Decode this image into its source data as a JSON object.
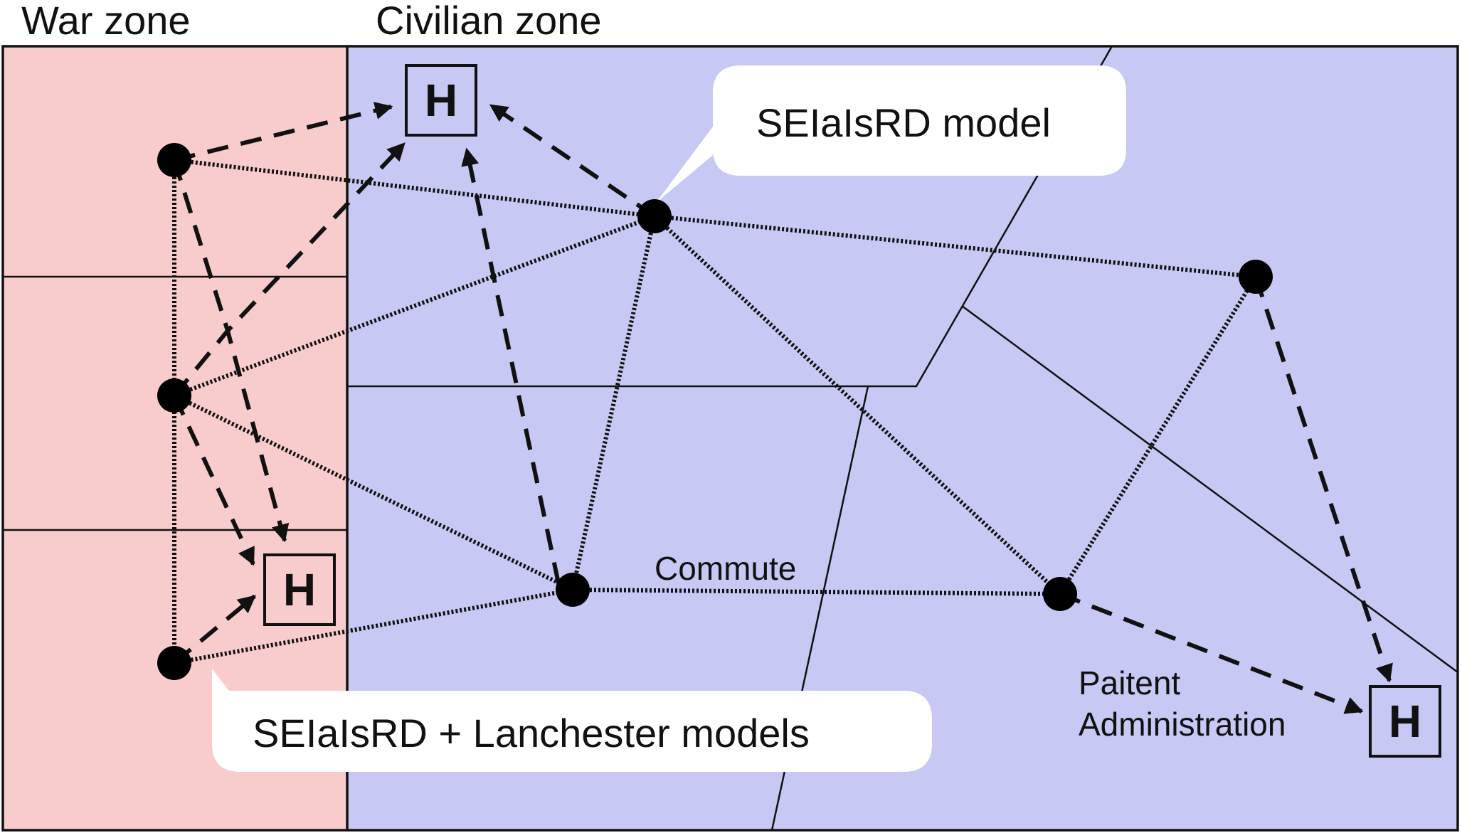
{
  "zones": {
    "war_title": "War zone",
    "civilian_title": "Civilian zone",
    "war_color": "#f8cccc",
    "civilian_color": "#c8c8f4"
  },
  "hospital_label": "H",
  "callouts": {
    "top": "SEIaIsRD model",
    "bottom": "SEIaIsRD + Lanchester models"
  },
  "edge_labels": {
    "commute": "Commute",
    "patient_line1": "Paitent",
    "patient_line2": "Administration"
  },
  "legend_semantics": {
    "dotted_edge": "commute",
    "dashed_arrow": "patient administration"
  }
}
